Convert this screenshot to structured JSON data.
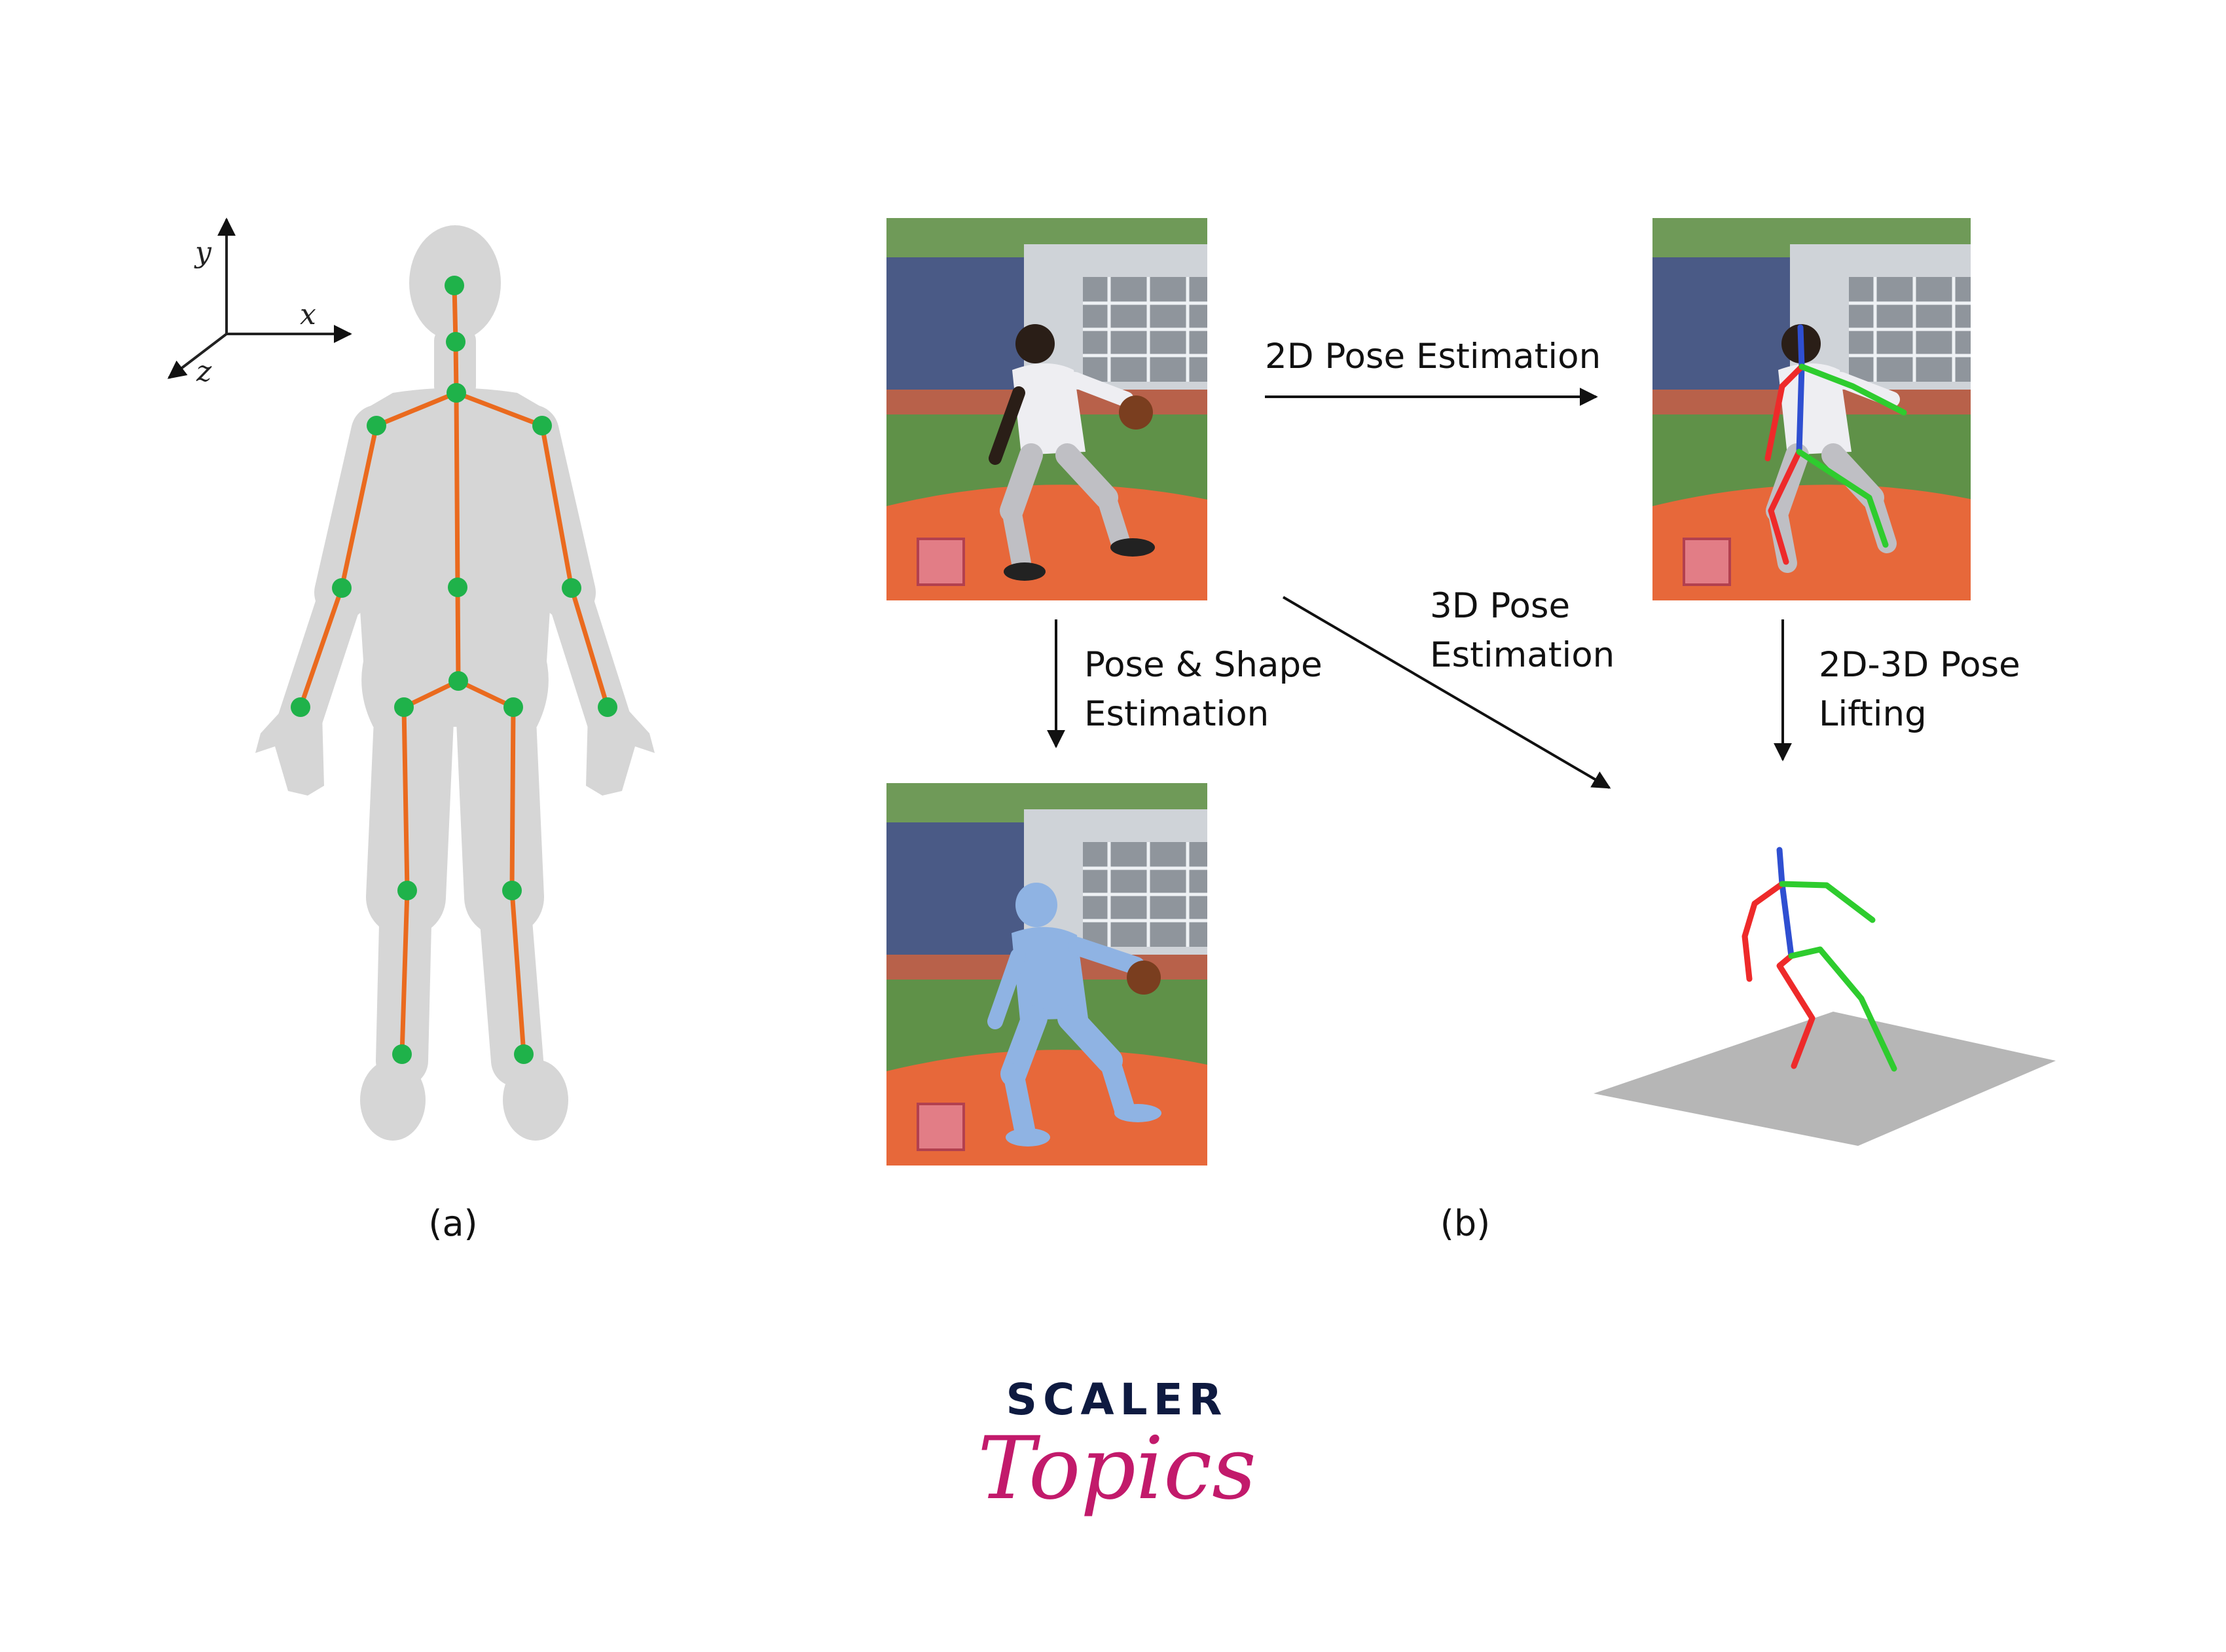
{
  "diagram": {
    "axes": {
      "y": "y",
      "x": "x",
      "z": "z"
    },
    "arrows": {
      "pose_2d": "2D Pose Estimation",
      "pose_shape_line1": "Pose & Shape",
      "pose_shape_line2": "Estimation",
      "pose_3d_line1": "3D Pose",
      "pose_3d_line2": "Estimation",
      "lifting_line1": "2D-3D Pose",
      "lifting_line2": "Lifting"
    },
    "captions": {
      "a": "(a)",
      "b": "(b)"
    },
    "colors": {
      "body": "#d6d6d6",
      "bone": "#ea6a1e",
      "joint": "#1fb24a",
      "skeleton_left": "#ee2a2a",
      "skeleton_right": "#2ecc2e",
      "skeleton_spine": "#2f4fd1",
      "mesh": "#8fb3e3",
      "ground": "#b6b6b6"
    }
  },
  "logo": {
    "line1": "SCALER",
    "line2": "Topics"
  }
}
